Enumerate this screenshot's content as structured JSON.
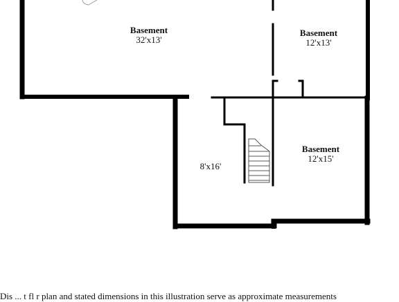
{
  "floorplan": {
    "wall_color": "#000000",
    "rooms": [
      {
        "id": "basement-1",
        "name": "Basement",
        "dims": "32'x13'"
      },
      {
        "id": "basement-2",
        "name": "Basement",
        "dims": "12'x13'"
      },
      {
        "id": "basement-3",
        "name": "Basement",
        "dims": "12'x15'"
      },
      {
        "id": "room-4",
        "name": "",
        "dims": "8'x16'"
      }
    ],
    "stair_icon": "staircase-icon",
    "door_icon": "door-swing-icon"
  },
  "footer": {
    "disclaimer": "Dis          ... t fl  r plan and stated dimensions in this illustration serve as approximate measurements"
  }
}
